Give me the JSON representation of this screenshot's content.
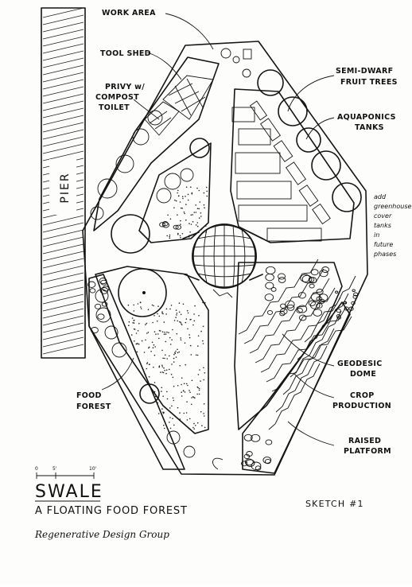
{
  "sketch": {
    "pier_label": "PIER",
    "labels": {
      "work_area": "WORK AREA",
      "tool_shed": "TOOL SHED",
      "privy_line1": "PRIVY w/",
      "privy_line2": "COMPOST",
      "privy_line3": "TOILET",
      "fruit_line1": "SEMI-DWARF",
      "fruit_line2": "FRUIT TREES",
      "aqua_line1": "AQUAPONICS",
      "aqua_line2": "TANKS",
      "dome_line1": "GEODESIC",
      "dome_line2": "DOME",
      "crop_line1": "CROP",
      "crop_line2": "PRODUCTION",
      "platform_line1": "RAISED",
      "platform_line2": "PLATFORM",
      "food_line1": "FOOD",
      "food_line2": "FOREST"
    },
    "side_note": [
      "add",
      "greenhouse",
      "cover",
      "tanks",
      "in",
      "future",
      "phases"
    ],
    "scale_bar": {
      "marks": [
        "0",
        "5'",
        "10'"
      ]
    },
    "title": "SWALE",
    "subtitle": "A FLOATING FOOD FOREST",
    "credit": "Regenerative Design Group",
    "sketch_number": "SKETCH #1"
  }
}
